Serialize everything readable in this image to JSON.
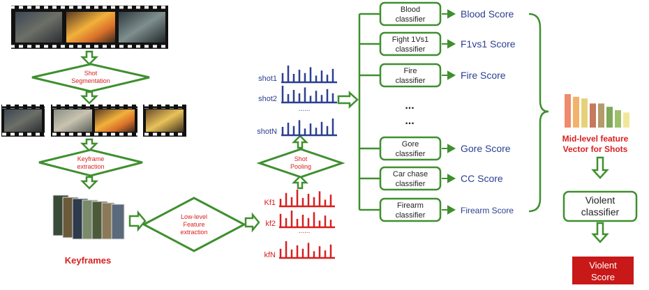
{
  "pipeline": {
    "shot_segmentation": [
      "Shot",
      "Segmentation"
    ],
    "keyframe_extraction": [
      "Keyframe",
      "extraction"
    ],
    "keyframes_label": "Keyframes",
    "lowlevel_extraction": [
      "Low-level",
      "Feature",
      "extraction"
    ],
    "shot_pooling": [
      "Shot",
      "Pooling"
    ]
  },
  "keyframe_features": {
    "labels": [
      "Kf1",
      "kf2",
      "kfN"
    ],
    "ellipsis": "......"
  },
  "shot_features": {
    "labels": [
      "shot1",
      "shot2",
      "shotN"
    ],
    "ellipsis": "......"
  },
  "classifiers": [
    {
      "name": [
        "Blood",
        "classifier"
      ],
      "score": "Blood Score"
    },
    {
      "name": [
        "Fight 1Vs1",
        "classifier"
      ],
      "score": "F1vs1 Score"
    },
    {
      "name": [
        "Fire",
        "classifier"
      ],
      "score": "Fire Score"
    },
    {
      "name": [
        "Gore",
        "classifier"
      ],
      "score": "Gore Score"
    },
    {
      "name": [
        "Car chase",
        "classifier"
      ],
      "score": "CC Score"
    },
    {
      "name": [
        "Firearm",
        "classifier"
      ],
      "score": "Firearm Score"
    }
  ],
  "classifier_ellipsis": "...",
  "midlevel": {
    "label": [
      "Mid-level feature",
      "Vector for Shots"
    ],
    "bar_colors": [
      "#f08a6c",
      "#f3b26a",
      "#e6d17a",
      "#c57a5e",
      "#b59a6a",
      "#7ea85a",
      "#9cc06a",
      "#f1e79a"
    ],
    "bar_levels": [
      1.0,
      0.92,
      0.87,
      0.72,
      0.72,
      0.62,
      0.52,
      0.45
    ]
  },
  "violent_classifier": [
    "Violent",
    "classifier"
  ],
  "violent_score": [
    "Violent",
    "Score"
  ],
  "colors": {
    "green": "#3f8f2f",
    "red": "#d81f1f",
    "blue": "#2b3f91",
    "dark_red": "#c81818"
  }
}
